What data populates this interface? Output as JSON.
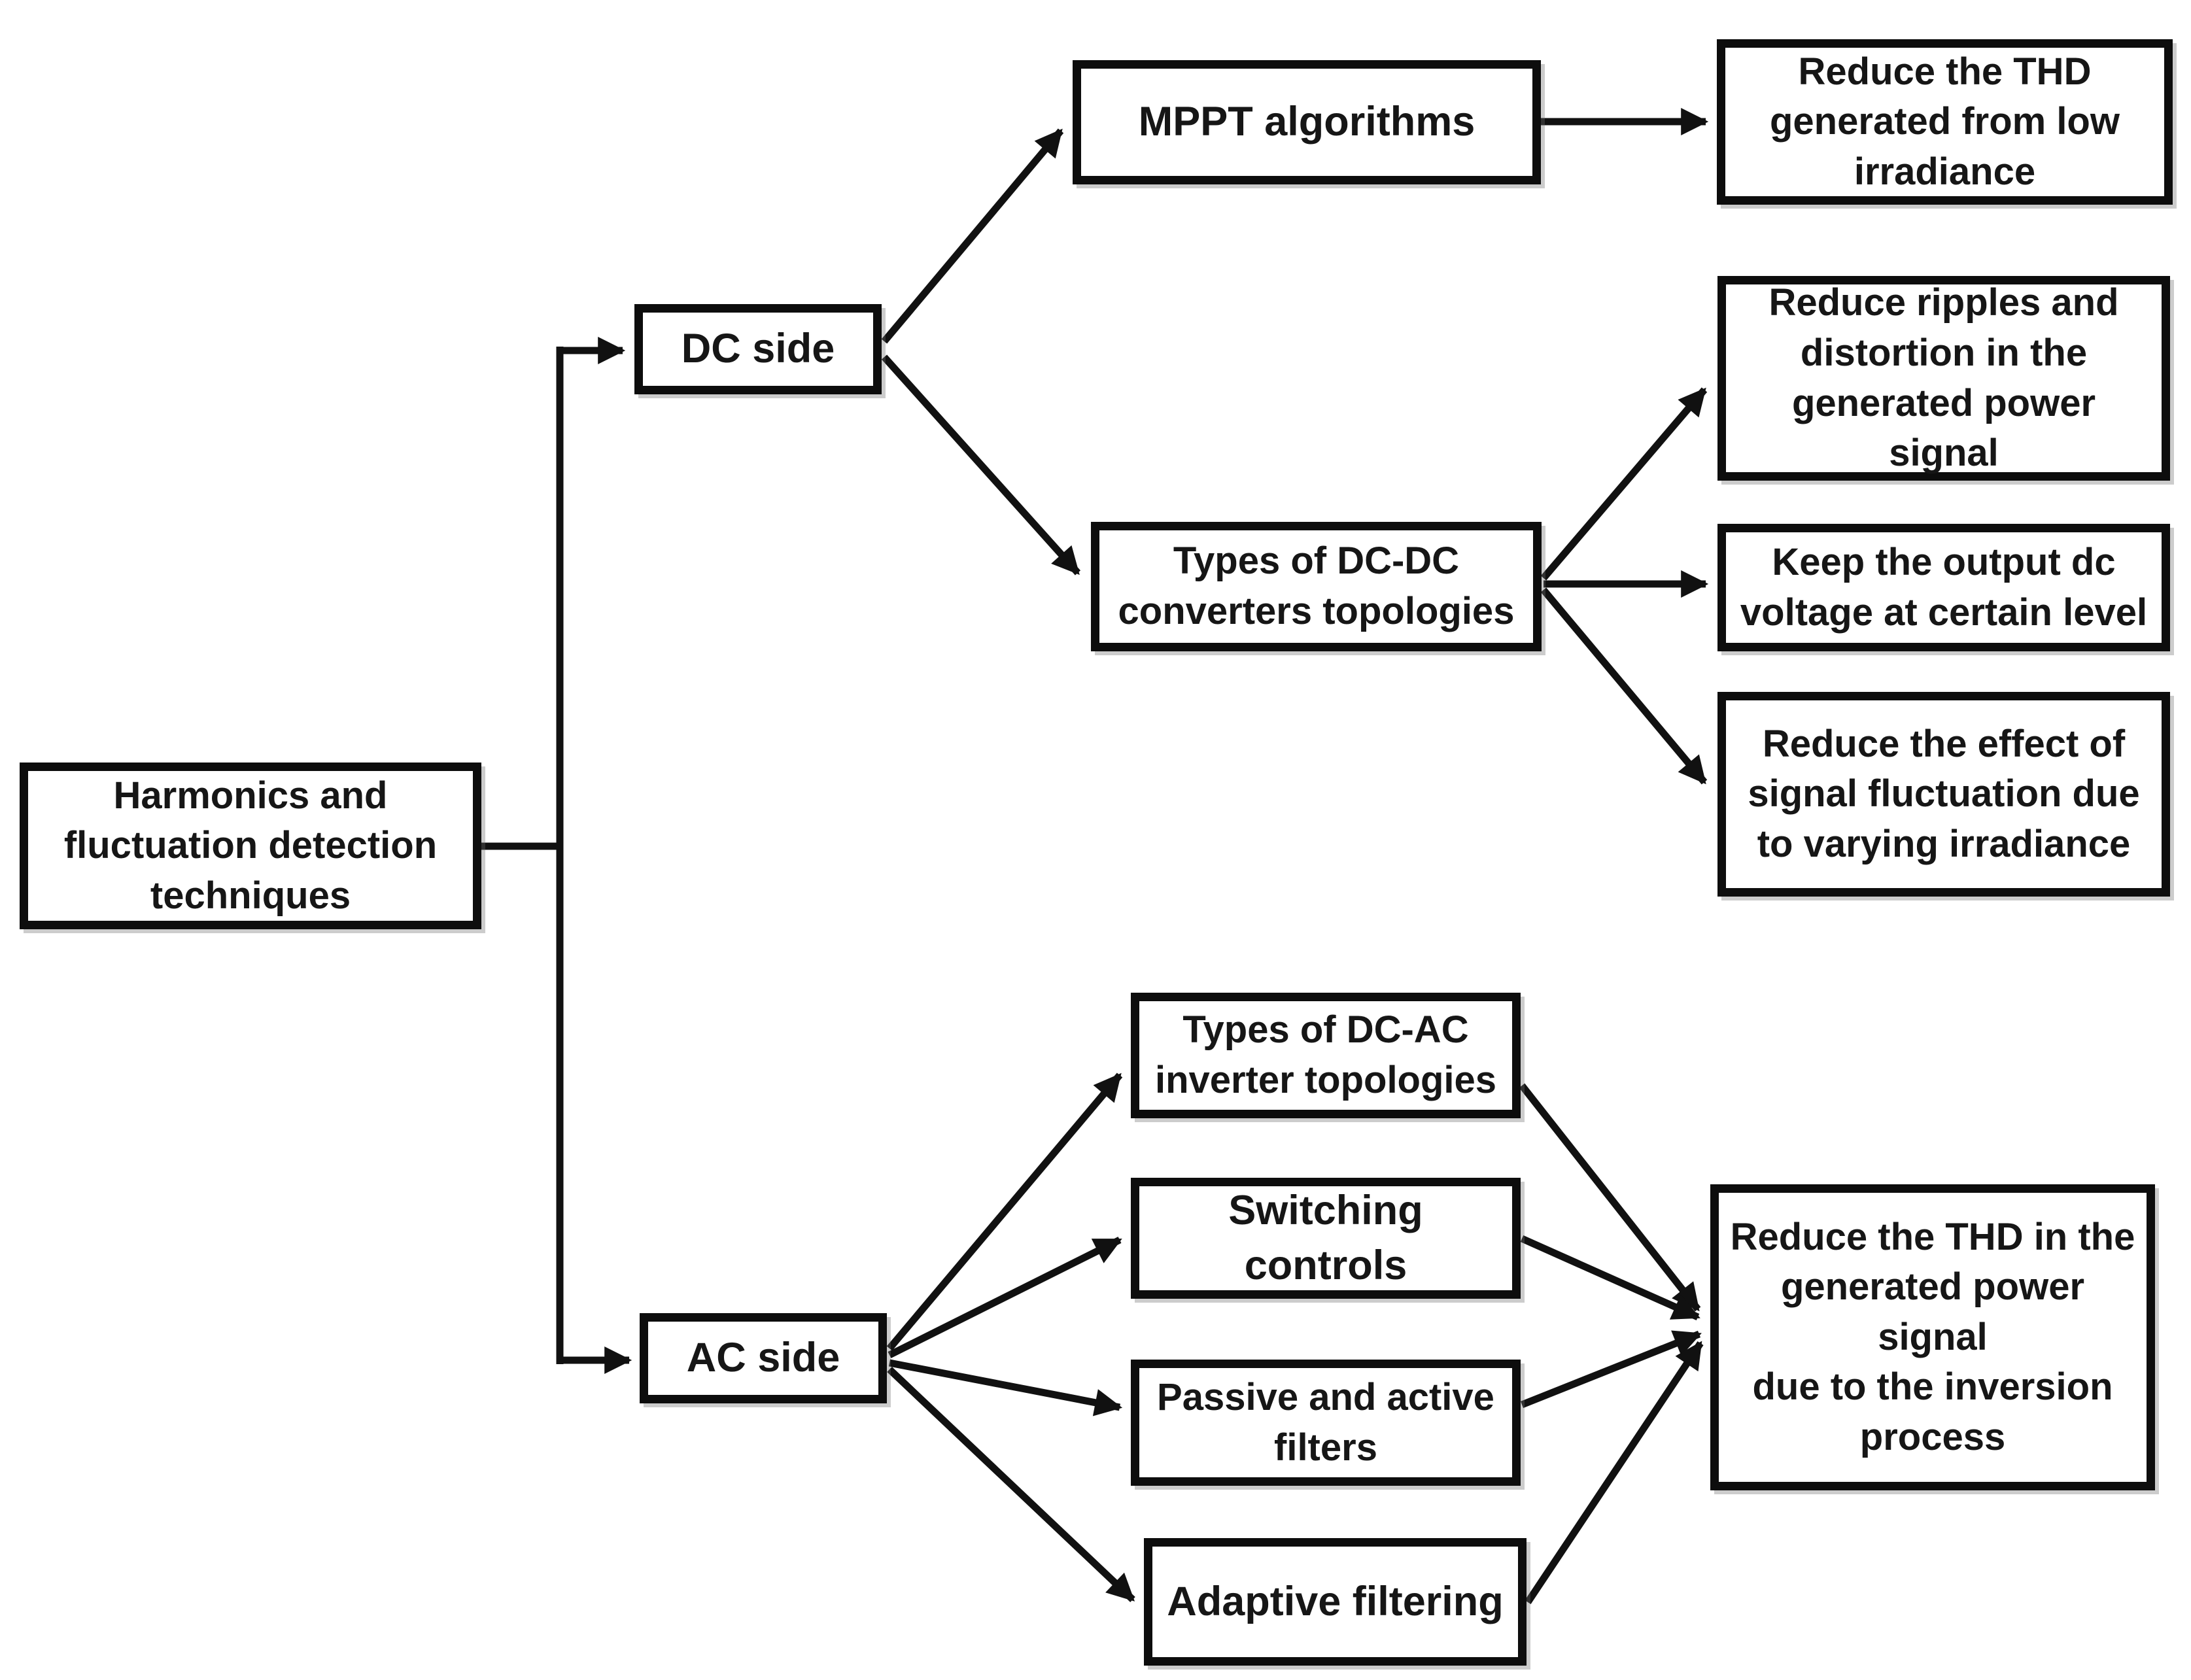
{
  "diagram": {
    "type": "flowchart",
    "background_color": "#ffffff",
    "line_color": "#111111",
    "box_border_color": "#0d0d0d",
    "text_color": "#161616",
    "nodes": {
      "root": {
        "label": "Harmonics and\nfluctuation detection\ntechniques"
      },
      "dc_side": {
        "label": "DC side"
      },
      "ac_side": {
        "label": "AC side"
      },
      "mppt": {
        "label": "MPPT algorithms"
      },
      "dcdc_types": {
        "label": "Types of DC-DC\nconverters topologies"
      },
      "thd_low": {
        "label": "Reduce the THD\ngenerated from low\nirradiance"
      },
      "ripples": {
        "label": "Reduce ripples and\ndistortion in the\ngenerated power signal"
      },
      "keep_volt": {
        "label": "Keep the output dc\nvoltage at certain level"
      },
      "fluct_eff": {
        "label": "Reduce the effect of\nsignal fluctuation due\nto varying irradiance"
      },
      "dcac_types": {
        "label": "Types of DC-AC\ninverter topologies"
      },
      "switching": {
        "label": "Switching controls"
      },
      "passive": {
        "label": "Passive and active\nfilters"
      },
      "adaptive": {
        "label": "Adaptive filtering"
      },
      "thd_inv": {
        "label": "Reduce the THD in the\ngenerated power signal\ndue to the inversion\nprocess"
      }
    },
    "edges": [
      {
        "from": "root",
        "to": "dc_side"
      },
      {
        "from": "root",
        "to": "ac_side"
      },
      {
        "from": "dc_side",
        "to": "mppt"
      },
      {
        "from": "dc_side",
        "to": "dcdc_types"
      },
      {
        "from": "mppt",
        "to": "thd_low"
      },
      {
        "from": "dcdc_types",
        "to": "ripples"
      },
      {
        "from": "dcdc_types",
        "to": "keep_volt"
      },
      {
        "from": "dcdc_types",
        "to": "fluct_eff"
      },
      {
        "from": "ac_side",
        "to": "dcac_types"
      },
      {
        "from": "ac_side",
        "to": "switching"
      },
      {
        "from": "ac_side",
        "to": "passive"
      },
      {
        "from": "ac_side",
        "to": "adaptive"
      },
      {
        "from": "dcac_types",
        "to": "thd_inv"
      },
      {
        "from": "switching",
        "to": "thd_inv"
      },
      {
        "from": "passive",
        "to": "thd_inv"
      },
      {
        "from": "adaptive",
        "to": "thd_inv"
      }
    ]
  }
}
